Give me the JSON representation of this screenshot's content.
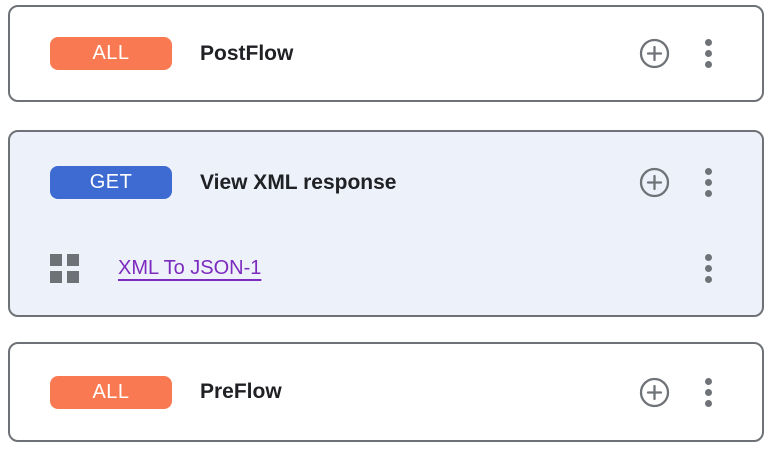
{
  "flows": [
    {
      "method": "ALL",
      "title": "PostFlow",
      "selected": false
    },
    {
      "method": "GET",
      "title": "View XML response",
      "selected": true,
      "policy": "XML To JSON-1"
    },
    {
      "method": "ALL",
      "title": "PreFlow",
      "selected": false
    }
  ],
  "icons": {
    "add": "plus-circle-icon",
    "menu": "kebab-menu-icon",
    "policy": "policy-grid-icon"
  },
  "colors": {
    "method_all_bg": "#F97A52",
    "method_get_bg": "#3D6BD2",
    "selected_card_bg": "#EDF1FA",
    "card_border": "#6E7276",
    "icon_gray": "#6F7377",
    "link_purple": "#7D2BBE",
    "title_text": "#202124"
  }
}
